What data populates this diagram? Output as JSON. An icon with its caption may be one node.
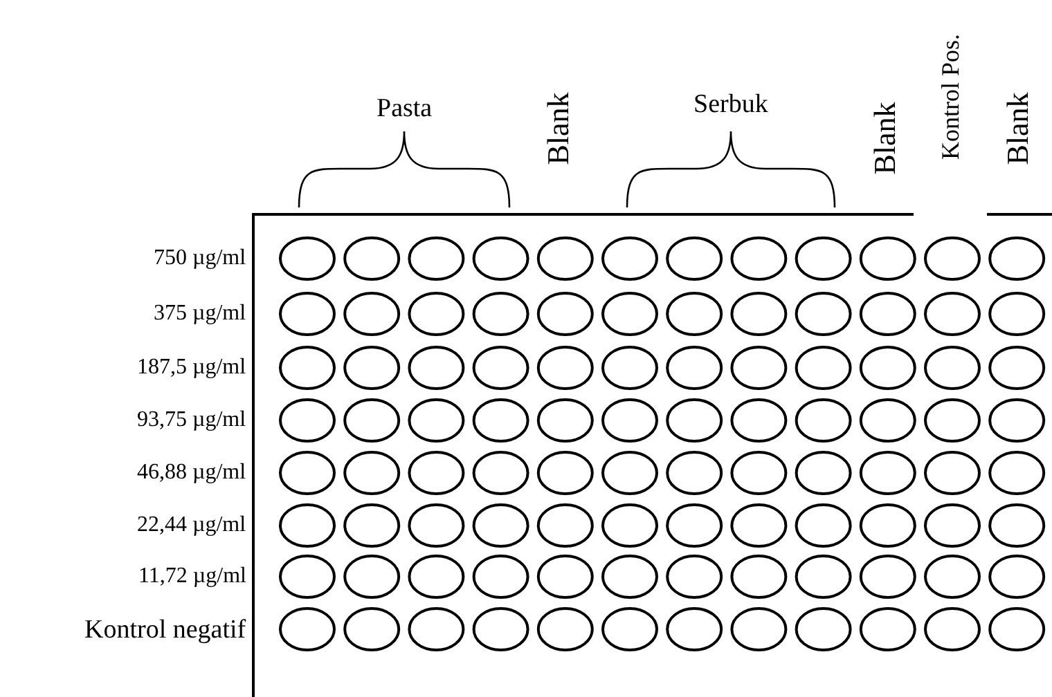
{
  "diagram": {
    "labels": [
      "Pasta",
      "Blank",
      "Serbuk",
      "Blank",
      "Kontrol Pos.",
      "Blank",
      "750 µg/ml",
      "375 µg/ml",
      "187,5 µg/ml",
      "93,75 µg/ml",
      "46,88 µg/ml",
      "22,44 µg/ml",
      "11,72 µg/ml",
      "Kontrol negatif"
    ]
  }
}
